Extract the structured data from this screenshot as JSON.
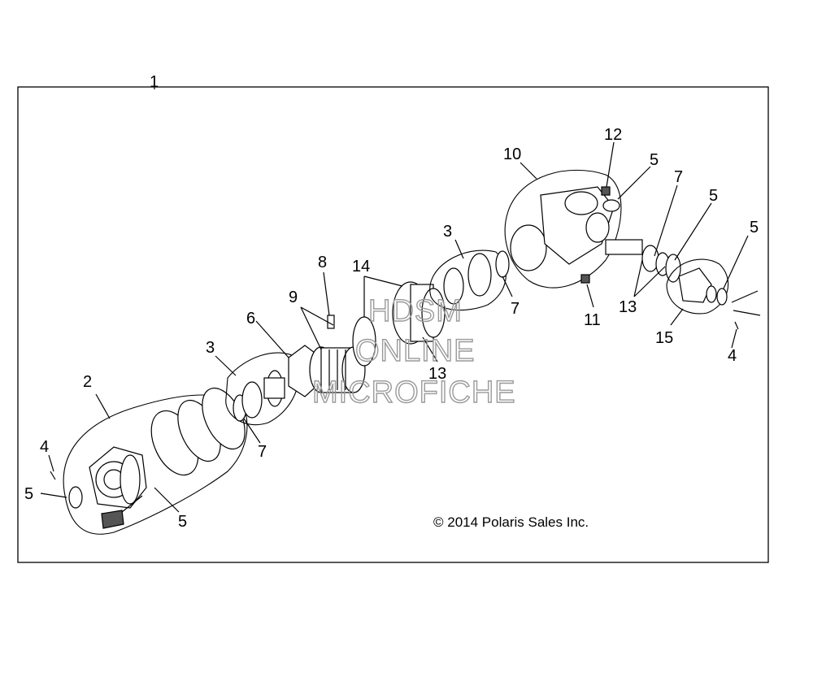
{
  "diagram": {
    "callouts": {
      "c1": "1",
      "c2": "2",
      "c3a": "3",
      "c3b": "3",
      "c4a": "4",
      "c4b": "4",
      "c5a": "5",
      "c5b": "5",
      "c5c": "5",
      "c5d": "5",
      "c5e": "5",
      "c6": "6",
      "c7a": "7",
      "c7b": "7",
      "c7c": "7",
      "c8": "8",
      "c9": "9",
      "c10": "10",
      "c11": "11",
      "c12": "12",
      "c13a": "13",
      "c13b": "13",
      "c14": "14",
      "c15": "15"
    },
    "watermark": {
      "line1": "HDSM",
      "line2": "ONLINE",
      "line3": "MICROFICHE"
    },
    "copyright": "© 2014 Polaris Sales Inc."
  }
}
